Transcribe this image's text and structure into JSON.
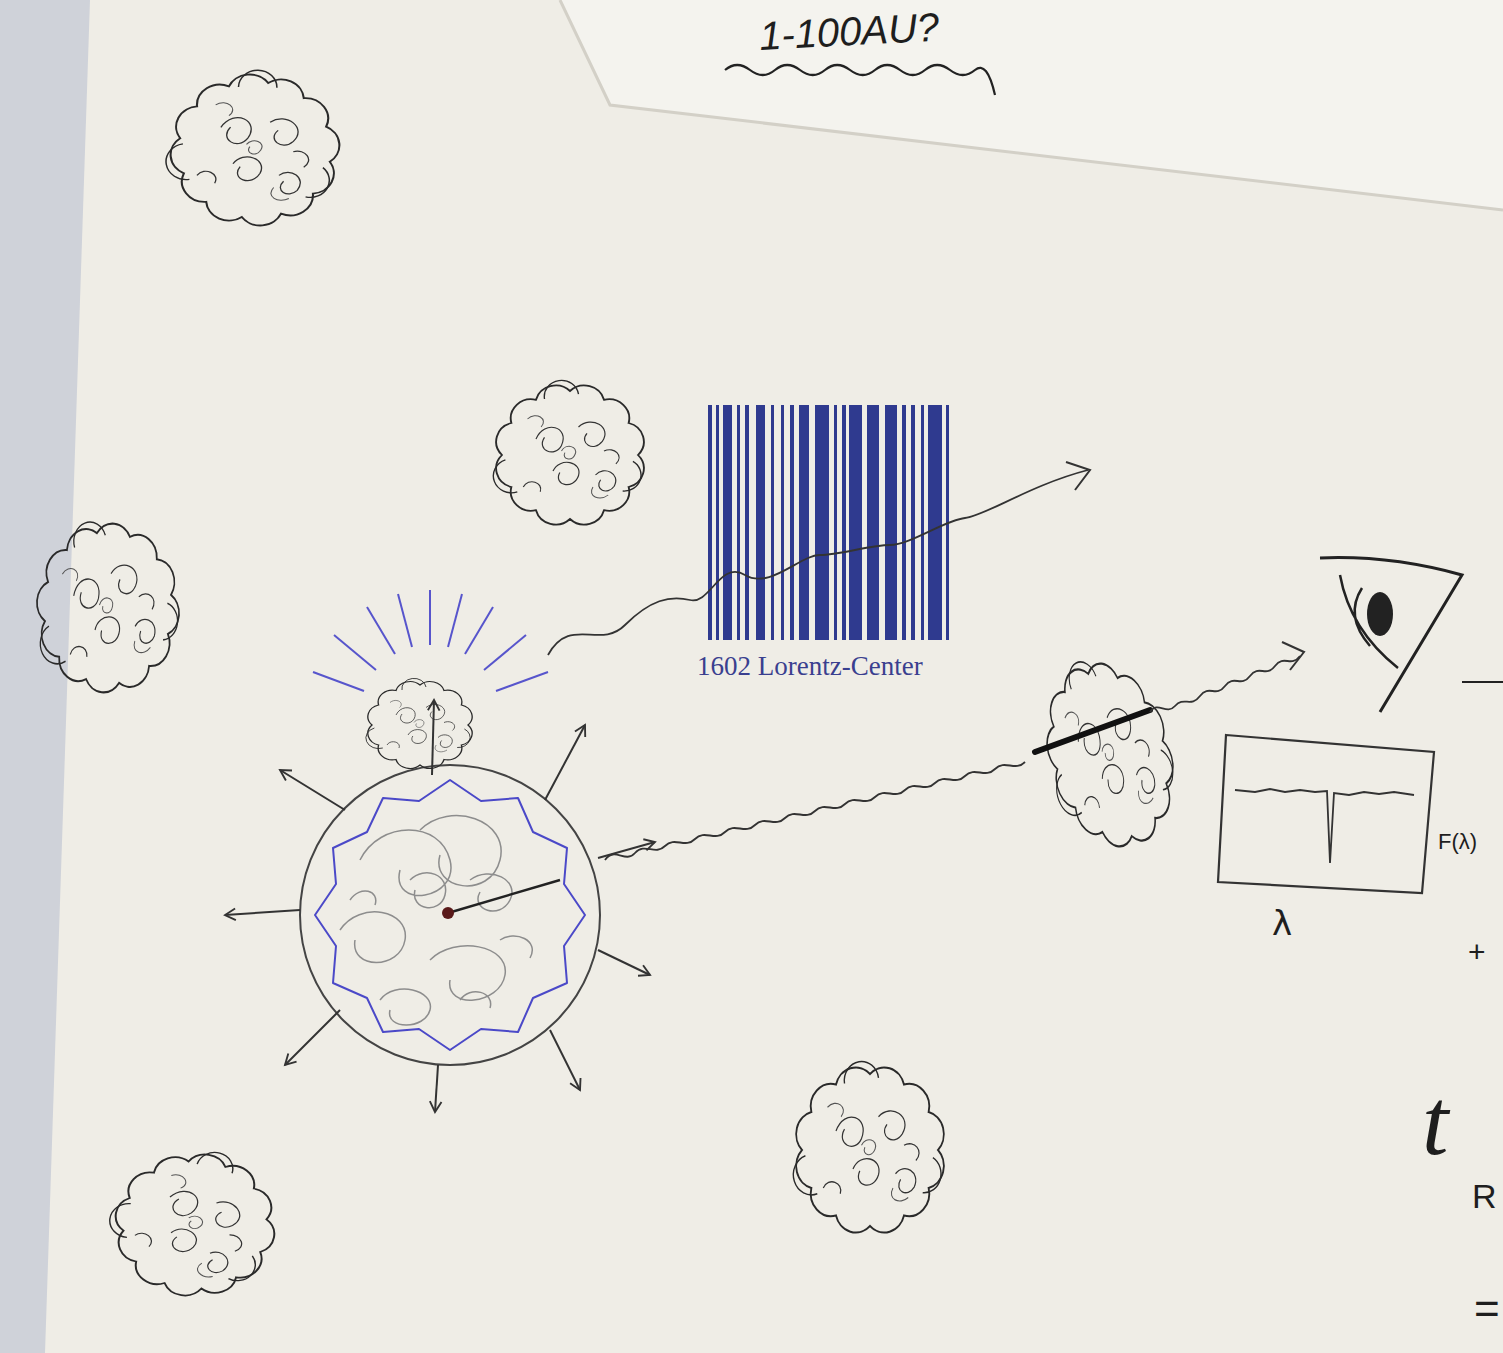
{
  "diagram": {
    "labels": [
      "1-100AU?",
      "1602 Lorentz-Center",
      "F(λ)",
      "λ",
      "t",
      "R",
      "+",
      "="
    ]
  }
}
